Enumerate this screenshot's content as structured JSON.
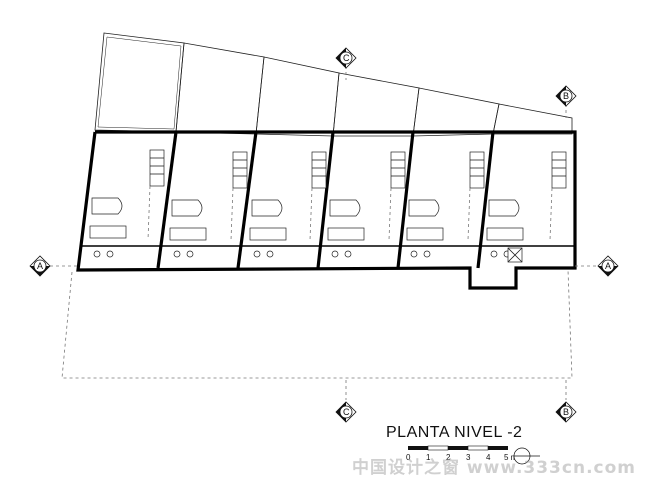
{
  "title": "PLANTA NIVEL -2",
  "markers": {
    "a": "A",
    "b": "B",
    "c": "C"
  },
  "scale": {
    "labels": [
      "0",
      "1",
      "2",
      "3",
      "4",
      "5 m"
    ]
  },
  "watermark": "中国设计之窗 www.333cn.com",
  "units_count": 6
}
